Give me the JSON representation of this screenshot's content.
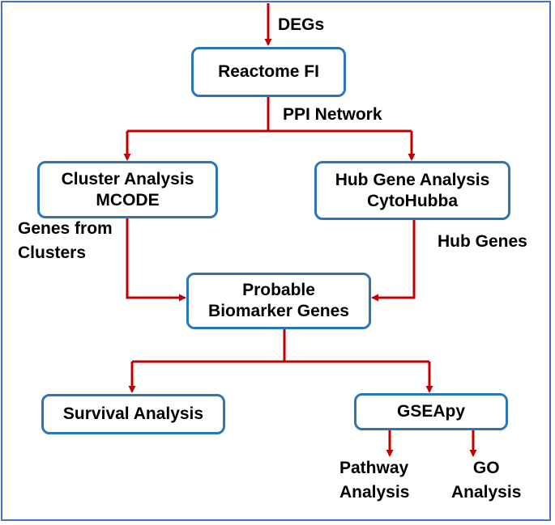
{
  "colors": {
    "box_border": "#2e75b6",
    "arrow": "#c00000",
    "frame_border": "#4472c4",
    "text": "#000000"
  },
  "boxes": {
    "reactome": {
      "line1": "Reactome FI"
    },
    "cluster": {
      "line1": "Cluster Analysis",
      "line2": "MCODE"
    },
    "hub": {
      "line1": "Hub Gene Analysis",
      "line2": "CytoHubba"
    },
    "biomarker": {
      "line1": "Probable",
      "line2": "Biomarker Genes"
    },
    "survival": {
      "line1": "Survival Analysis"
    },
    "gseapy": {
      "line1": "GSEApy"
    }
  },
  "labels": {
    "degs": "DEGs",
    "ppi_network": "PPI Network",
    "genes_from_clusters": {
      "line1": "Genes from",
      "line2": "Clusters"
    },
    "hub_genes": "Hub Genes",
    "pathway_analysis": {
      "line1": "Pathway",
      "line2": "Analysis"
    },
    "go_analysis": {
      "line1": "GO",
      "line2": "Analysis"
    }
  }
}
